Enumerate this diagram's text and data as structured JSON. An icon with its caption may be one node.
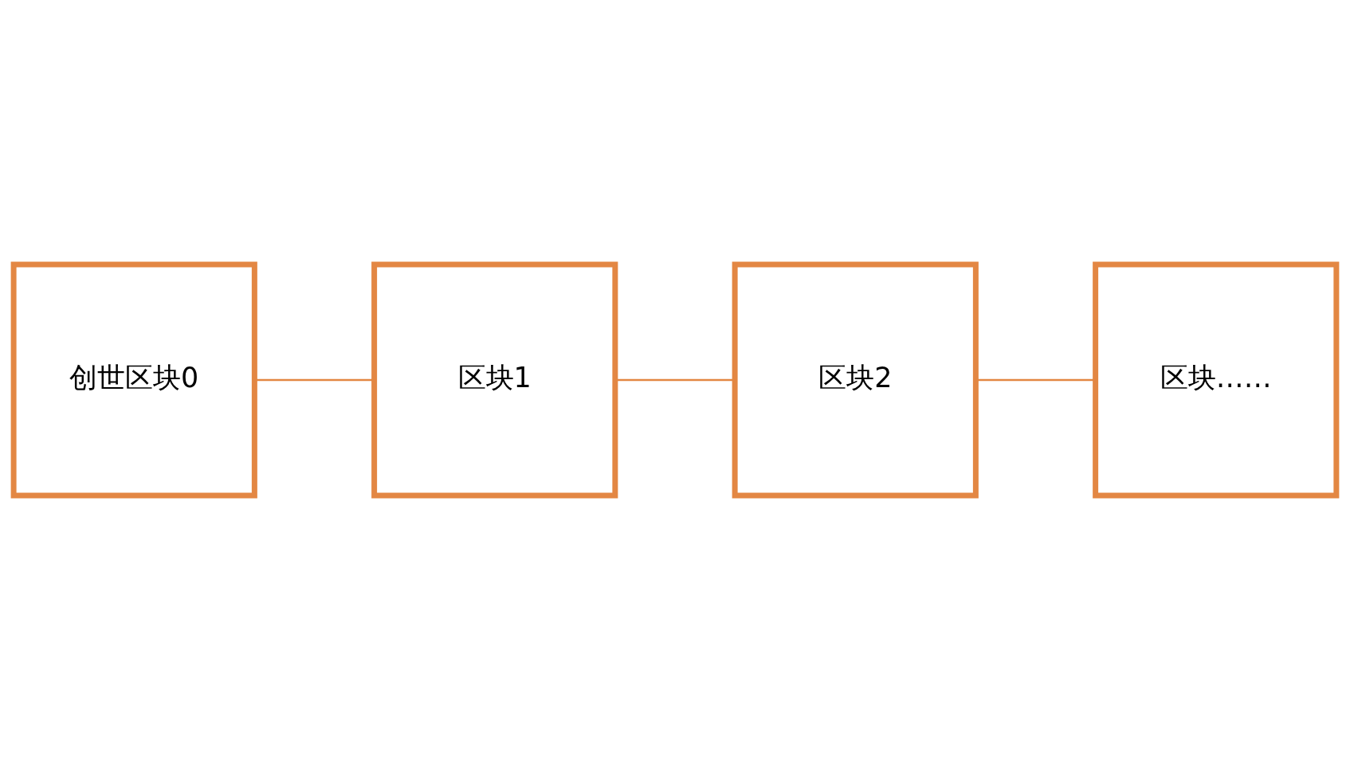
{
  "diagram": {
    "nodes": [
      {
        "text": [
          "创世区块0"
        ]
      },
      {
        "text": [
          "区块1"
        ]
      },
      {
        "text": [
          "区块2"
        ]
      },
      {
        "text": [
          "区块……"
        ]
      }
    ],
    "edges": [
      {
        "from": 0,
        "to": 1,
        "arrow": "none"
      },
      {
        "from": 1,
        "to": 2,
        "arrow": "none"
      },
      {
        "from": 2,
        "to": 3,
        "arrow": "none"
      }
    ]
  }
}
